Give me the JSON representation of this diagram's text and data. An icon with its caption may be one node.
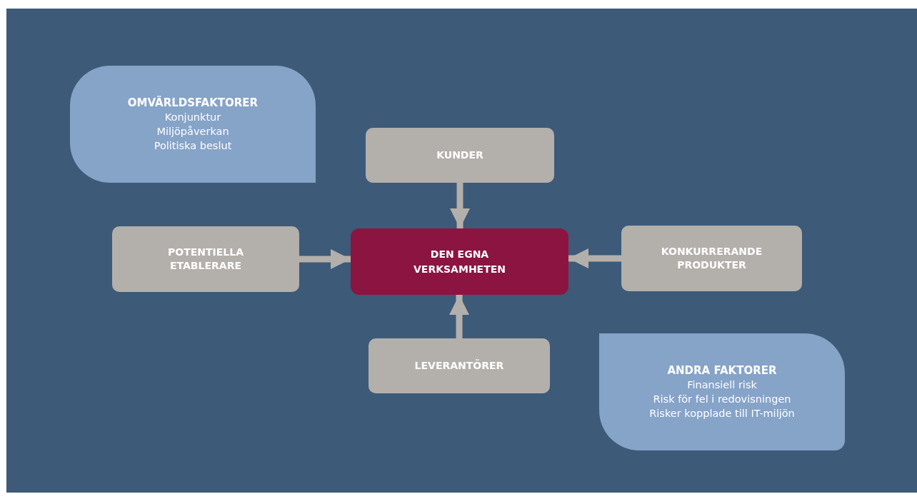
{
  "diagram": {
    "nodes": [
      {
        "text": [
          "OMVÄRLDSFAKTORER",
          "Konjunktur",
          "Miljöpåverkan",
          "Politiska beslut"
        ]
      },
      {
        "text": [
          "KUNDER"
        ]
      },
      {
        "text": [
          "POTENTIELLA ETABLERARE"
        ]
      },
      {
        "text": [
          "DEN EGNA VERKSAMHETEN"
        ]
      },
      {
        "text": [
          "KONKURRERANDE PRODUKTER"
        ]
      },
      {
        "text": [
          "LEVERANTÖRER"
        ]
      },
      {
        "text": [
          "ANDRA FAKTORER",
          "Finansiell risk",
          "Risk för fel i redovisningen",
          "Risker kopplade till IT-miljön"
        ]
      }
    ],
    "edges": [
      {
        "from": 1,
        "to": 3,
        "arrow": "to"
      },
      {
        "from": 2,
        "to": 3,
        "arrow": "to"
      },
      {
        "from": 4,
        "to": 3,
        "arrow": "to"
      },
      {
        "from": 5,
        "to": 3,
        "arrow": "to"
      }
    ]
  }
}
